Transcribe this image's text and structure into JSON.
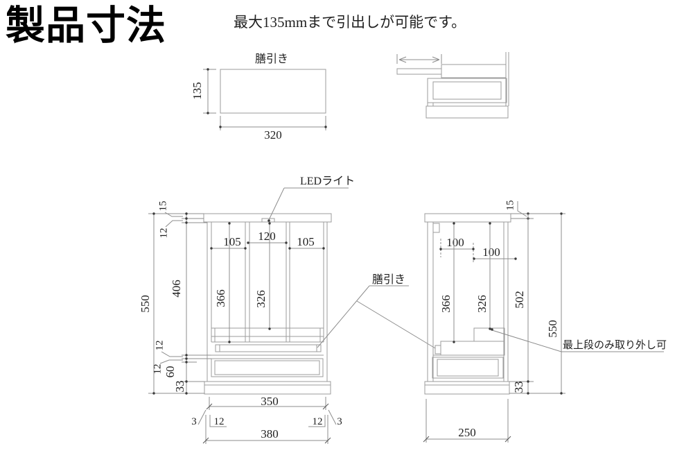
{
  "title": "製品寸法",
  "note": "最大135mmまで引出しが可能です。",
  "colors": {
    "line": "#9b9b9b",
    "dimension": "#8c8c8c",
    "text": "#1f1f1f"
  },
  "tray_view": {
    "label": "膳引き",
    "height": "135",
    "width": "320"
  },
  "front_view": {
    "led_label": "LEDライト",
    "tray_label": "膳引き",
    "overall_height": "550",
    "top_offset": "15",
    "board_12a": "12",
    "opening_height": "406",
    "board_12b": "12",
    "tray_slot_12": "12",
    "drawer_height": "60",
    "base_height": "33",
    "width_left": "105",
    "width_center": "120",
    "width_right": "105",
    "inner_left": "366",
    "inner_center": "326",
    "body_width": "350",
    "base_width": "380",
    "offset_3_left": "3",
    "offset_12_left": "12",
    "offset_12_right": "12",
    "offset_3_right": "3"
  },
  "side_view": {
    "removable_label": "最上段のみ取り外し可",
    "top_offset": "15",
    "inner_height": "502",
    "overall_height": "550",
    "base_height": "33",
    "depth_front": "100",
    "depth_back": "100",
    "inner_front": "366",
    "inner_back": "326",
    "bottom_depth": "250"
  }
}
